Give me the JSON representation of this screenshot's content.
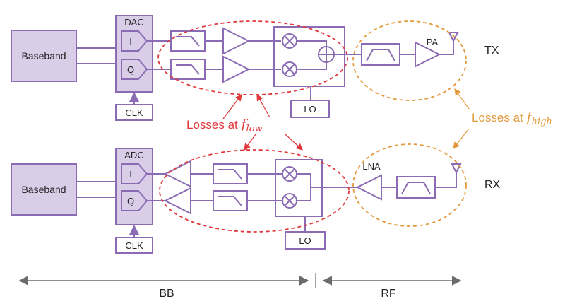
{
  "tx": {
    "baseband": "Baseband",
    "converter": "DAC",
    "i": "I",
    "q": "Q",
    "clk": "CLK",
    "lo": "LO",
    "pa": "PA",
    "label": "TX"
  },
  "rx": {
    "baseband": "Baseband",
    "converter": "ADC",
    "i": "I",
    "q": "Q",
    "clk": "CLK",
    "lo": "LO",
    "lna": "LNA",
    "label": "RX"
  },
  "annotations": {
    "losses_low_prefix": "Losses at ",
    "losses_low_var": "f",
    "losses_low_sub": "low",
    "losses_high_prefix": "Losses at ",
    "losses_high_var": "f",
    "losses_high_sub": "high"
  },
  "axis": {
    "bb": "BB",
    "rf": "RF"
  },
  "colors": {
    "block": "#8a6bb4",
    "block_fill": "#d9cde8",
    "losses_low": "#e0383b",
    "losses_high": "#e39a3c"
  }
}
